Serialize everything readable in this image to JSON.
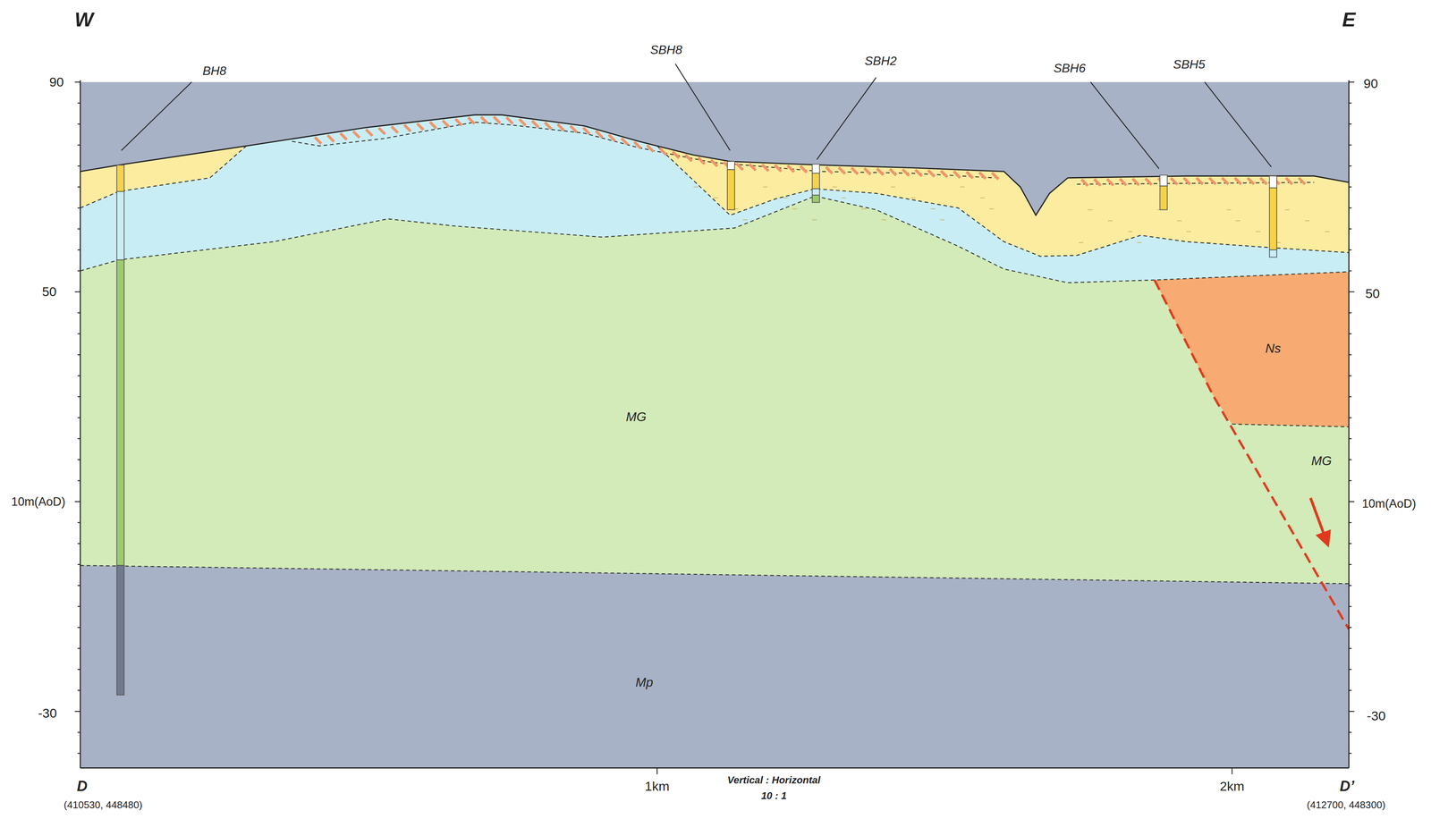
{
  "diagram": {
    "labels": [
      "W",
      "E",
      "90",
      "50",
      "10m(AoD)",
      "-30",
      "90",
      "50",
      "10m(AoD)",
      "-30",
      "BH8",
      "SBH8",
      "SBH2",
      "SBH6",
      "SBH5",
      "MG",
      "MG",
      "Ns",
      "Mp",
      "1km",
      "2km",
      "Vertical : Horizontal",
      "10 : 1",
      "D",
      "(410530, 448480)",
      "D’",
      "(412700, 448300)"
    ]
  }
}
